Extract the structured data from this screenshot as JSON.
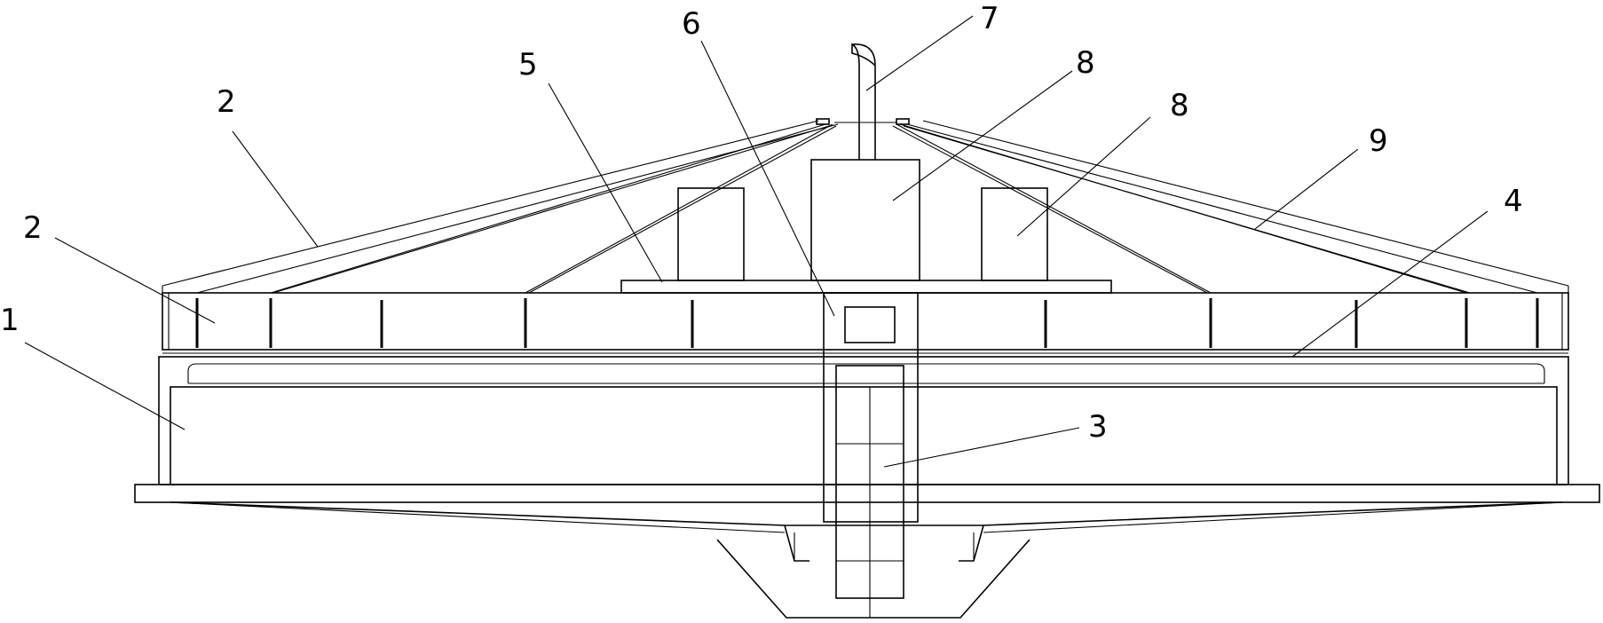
{
  "labels": {
    "l1": "1",
    "l2a": "2",
    "l2b": "2",
    "l3": "3",
    "l4": "4",
    "l5": "5",
    "l6": "6",
    "l7": "7",
    "l8a": "8",
    "l8b": "8",
    "l9": "9"
  }
}
